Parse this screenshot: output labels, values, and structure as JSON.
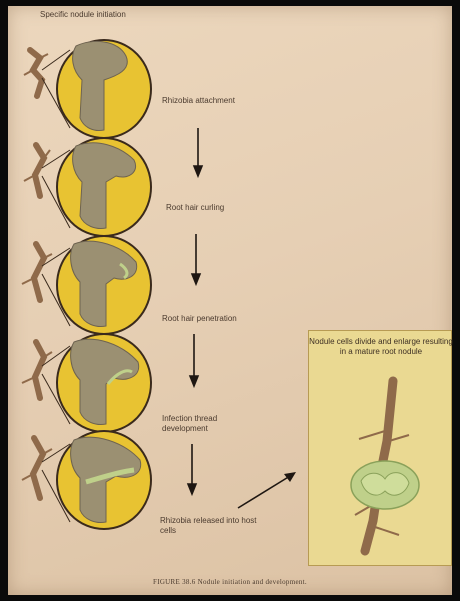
{
  "title": "Specific nodule initiation",
  "stages": [
    {
      "label": "Rhizobia attachment"
    },
    {
      "label": "Root hair curling"
    },
    {
      "label": "Root hair penetration"
    },
    {
      "label": "Infection thread development"
    },
    {
      "label": "Rhizobia released into host cells"
    }
  ],
  "inset_label": "Nodule cells divide and enlarge resulting in a mature root nodule",
  "caption": "FIGURE 38.6   Nodule initiation and development.",
  "colors": {
    "page": "#e6cfb4",
    "circle_fill": "#e8c332",
    "circle_stroke": "#3a2a1c",
    "root": "#8f6a4a",
    "tissue": "#9b9072",
    "nodule": "#bfd08a",
    "inset": "#ead992"
  }
}
